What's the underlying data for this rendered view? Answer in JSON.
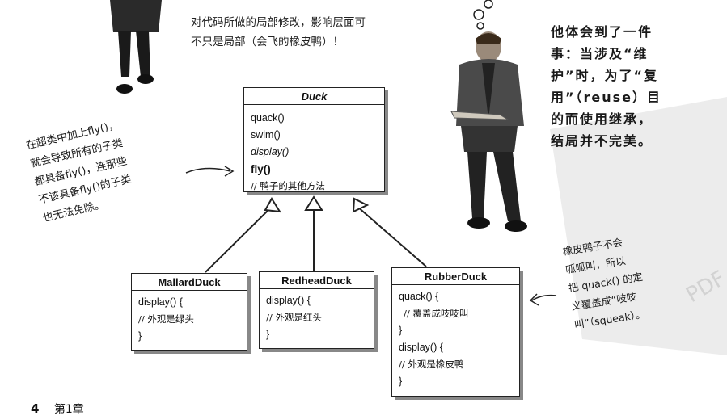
{
  "lead_text": [
    "对代码所做的局部修改，影响层面可",
    "不只是局部（会飞的橡皮鸭）！"
  ],
  "duck": {
    "title": "Duck",
    "methods": [
      "quack()",
      "swim()",
      "display()",
      "fly()",
      "// 鸭子的其他方法"
    ]
  },
  "mallard": {
    "title": "MallardDuck",
    "lines": [
      "display() {",
      "// 外观是绿头",
      "}"
    ]
  },
  "redhead": {
    "title": "RedheadDuck",
    "lines": [
      "display() {",
      "// 外观是红头",
      "}"
    ]
  },
  "rubber": {
    "title": "RubberDuck",
    "lines": [
      "quack() {",
      "// 覆盖成吱吱叫",
      "}",
      "display() {",
      "// 外观是橡皮鸭",
      "}"
    ]
  },
  "left_note": [
    "在超类中加上fly()，",
    "就会导致所有的子类",
    "都具备fly()，连那些",
    "不该具备fly()的子类",
    "也无法免除。"
  ],
  "bubble_note": [
    "他体会到了一件",
    "事：当涉及“维",
    "护”时，为了“复",
    "用”（reuse）目",
    "的而使用继承，",
    "结局并不完美。"
  ],
  "right_note": [
    "橡皮鸭子不会",
    "呱呱叫，所以",
    "把 quack() 的定",
    "义覆盖成“吱吱",
    "叫”（squeak）。"
  ],
  "watermark": "PDF",
  "footer": {
    "page_number": "4",
    "chapter": "第1章"
  },
  "colors": {
    "ink": "#111111",
    "shadow": "#888888",
    "watermark": "#e6e6e6"
  }
}
